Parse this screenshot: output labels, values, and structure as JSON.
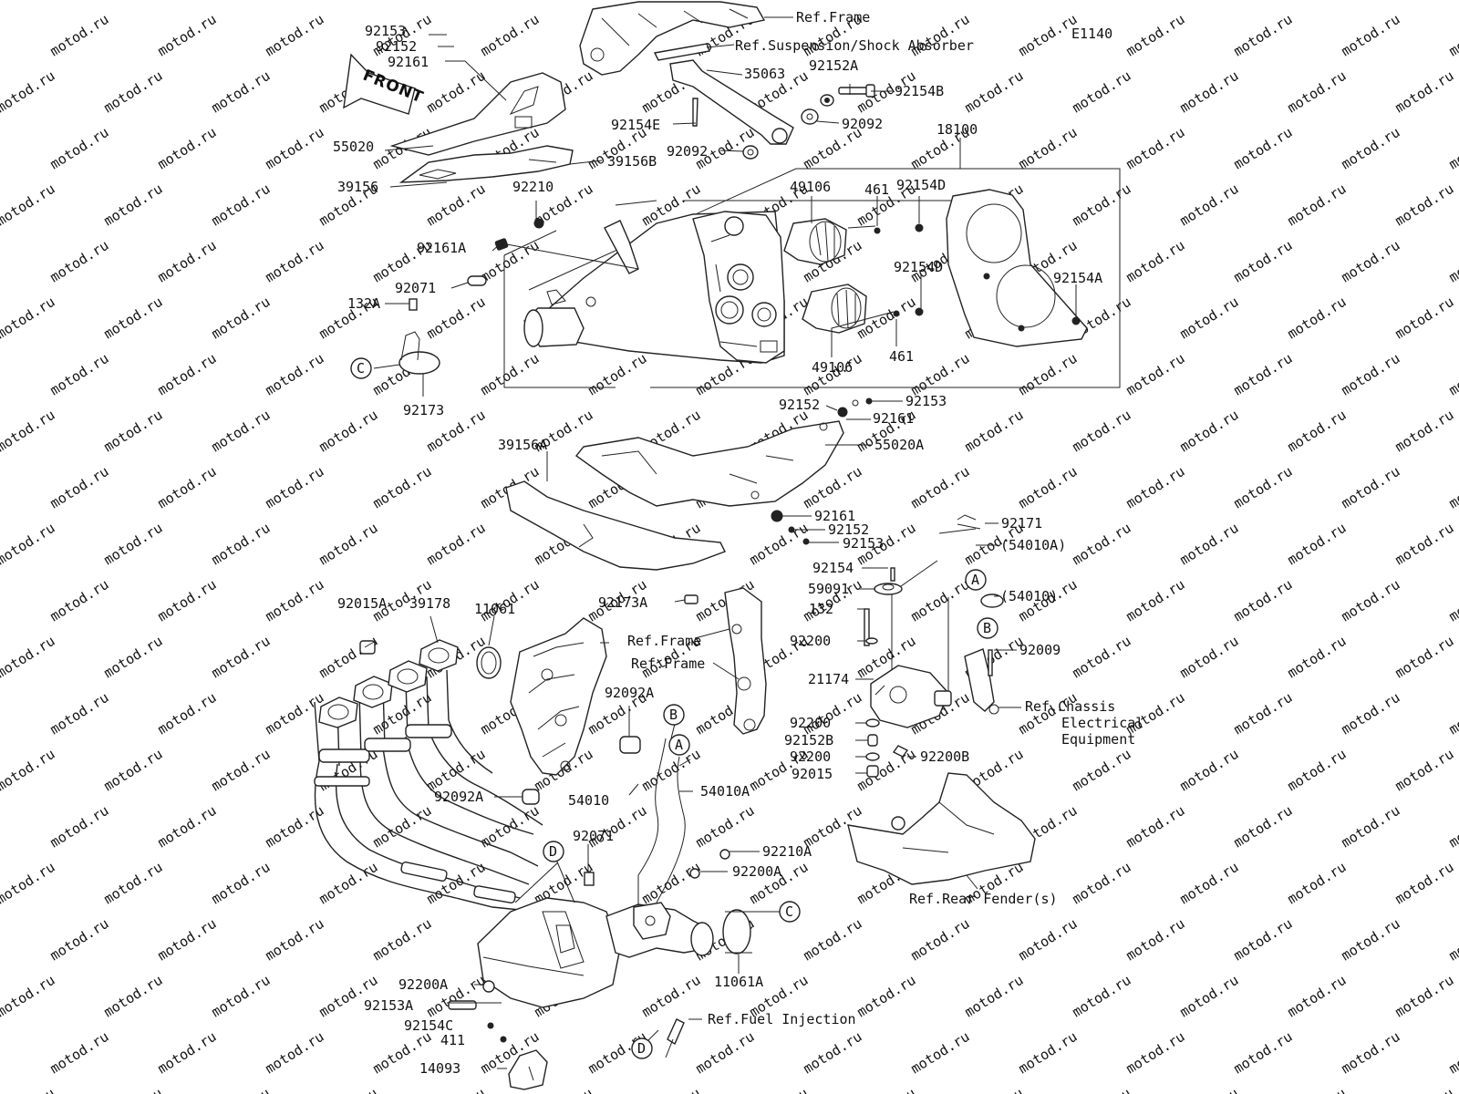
{
  "diagram_code": "E1140",
  "watermark": "motod.ru",
  "front_arrow": "FRONT",
  "labels": {
    "ref_frame_top": "Ref.Frame",
    "ref_suspension": "Ref.Suspension/Shock Absorber",
    "p35063": "35063",
    "p92152a": "92152A",
    "p92154b": "92154B",
    "p92154e": "92154E",
    "p92092_r": "92092",
    "p92092_l": "92092",
    "p18100": "18100",
    "p92153_top": "92153",
    "p92152_top": "92152",
    "p92161_top": "92161",
    "p55020": "55020",
    "p39156b": "39156B",
    "p39156": "39156",
    "p92210": "92210",
    "p49106_top": "49106",
    "p461_top": "461",
    "p92154d_top": "92154D",
    "p92161a": "92161A",
    "p92154d_mid": "92154D",
    "p92154a": "92154A",
    "p92071_top": "92071",
    "p132a": "132A",
    "callout_c_left": "C",
    "p92173": "92173",
    "p49106_bot": "49106",
    "p461_bot": "461",
    "p92152_mid": "92152",
    "p92153_mid": "92153",
    "p92161_mid": "92161",
    "p55020a": "55020A",
    "p39156a": "39156A",
    "p92161_low": "92161",
    "p92152_low": "92152",
    "p92153_low": "92153",
    "p92171": "92171",
    "p54010a_paren": "(54010A)",
    "callout_a_right": "A",
    "p92154": "92154",
    "p59091": "59091",
    "p54010_paren": "(54010)",
    "callout_b_right": "B",
    "p132": "132",
    "p92200_1": "92200",
    "p92009": "92009",
    "p21174": "21174",
    "ref_chassis_1": "Ref.Chassis",
    "ref_chassis_2": "Electrical",
    "ref_chassis_3": "Equipment",
    "p92200_2": "92200",
    "p92152b": "92152B",
    "p92200b": "92200B",
    "p92200_3": "92200",
    "p92015": "92015",
    "ref_rear_fender": "Ref.Rear Fender(s)",
    "p92173a": "92173A",
    "ref_frame_mid1": "Ref.Frame",
    "ref_frame_mid2": "Ref.Frame",
    "p92015a": "92015A",
    "p39178": "39178",
    "p11061": "11061",
    "p92092a_1": "92092A",
    "callout_b_mid": "B",
    "callout_a_mid": "A",
    "p92092a_2": "92092A",
    "p54010": "54010",
    "p54010a": "54010A",
    "callout_d_mid": "D",
    "p92071_low": "92071",
    "p92210a": "92210A",
    "p92200a_1": "92200A",
    "callout_c_low": "C",
    "p11061a": "11061A",
    "p92200a_2": "92200A",
    "p92153a": "92153A",
    "p92154c": "92154C",
    "ref_fuel_injection": "Ref.Fuel Injection",
    "p411": "411",
    "callout_d_low": "D",
    "p14093": "14093"
  }
}
